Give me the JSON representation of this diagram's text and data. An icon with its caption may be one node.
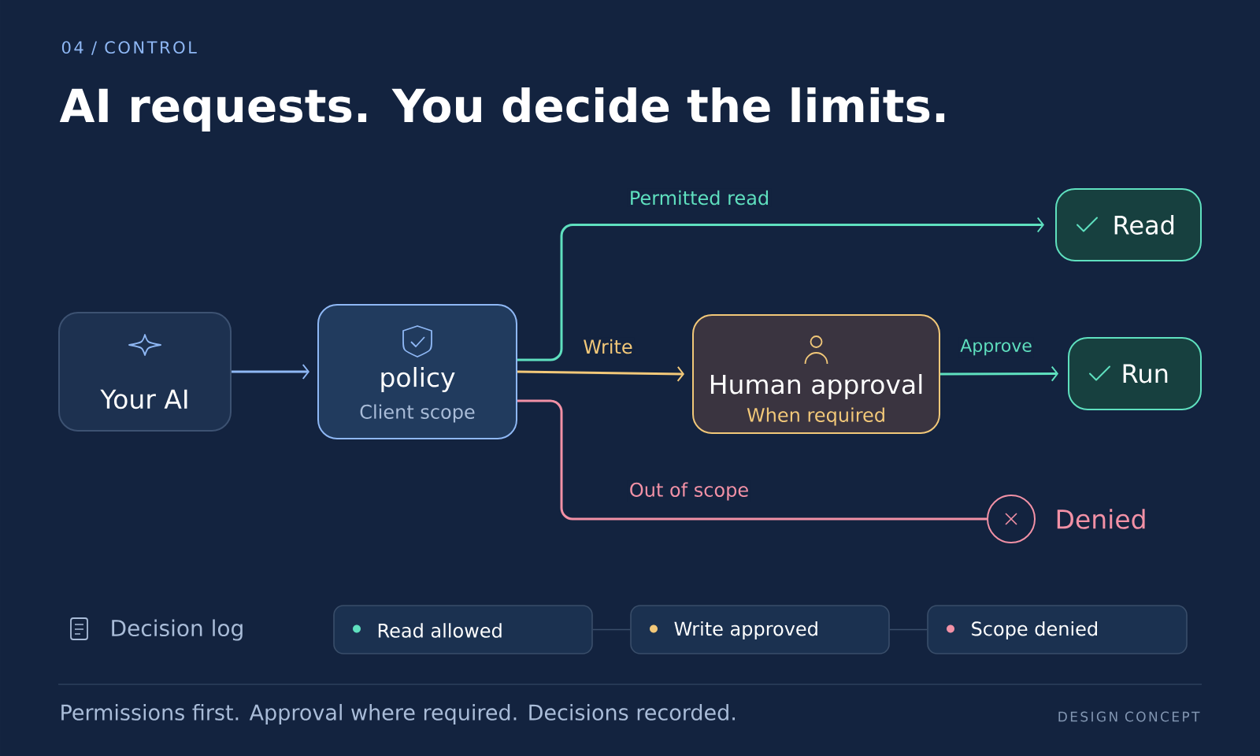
{
  "diagram": {
    "title": "AI requests. You decide the limits.",
    "nodes": [
      {
        "text": [
          "Your AI"
        ]
      },
      {
        "text": [
          "policy",
          "Client scope"
        ]
      },
      {
        "text": [
          "Human approval",
          "When required"
        ]
      },
      {
        "text": [
          "Read"
        ]
      },
      {
        "text": [
          "Run"
        ]
      },
      {
        "text": [
          "Denied"
        ]
      },
      {
        "text": [
          "Read allowed"
        ]
      },
      {
        "text": [
          "Write approved"
        ]
      },
      {
        "text": [
          "Scope denied"
        ]
      }
    ],
    "edges": [
      {
        "from": 0,
        "to": 1,
        "arrow": "to",
        "color": "#8fb8f5"
      },
      {
        "from": 1,
        "to": 3,
        "arrow": "to",
        "label": "Permitted read",
        "color": "#5fe0bf"
      },
      {
        "from": 1,
        "to": 2,
        "arrow": "to",
        "label": "Write",
        "color": "#f2c879"
      },
      {
        "from": 2,
        "to": 4,
        "arrow": "to",
        "label": "Approve",
        "color": "#5fe0bf"
      },
      {
        "from": 1,
        "to": 5,
        "arrow": "none",
        "label": "Out of scope",
        "color": "#f291a6"
      },
      {
        "from": 6,
        "to": 7,
        "arrow": "none",
        "color": "#3a4e6a"
      },
      {
        "from": 7,
        "to": 8,
        "arrow": "none",
        "color": "#3a4e6a"
      }
    ],
    "labels": [
      "04 / CONTROL",
      "Decision log",
      "Permissions first. Approval where required. Decisions recorded.",
      "DESIGN CONCEPT"
    ]
  }
}
